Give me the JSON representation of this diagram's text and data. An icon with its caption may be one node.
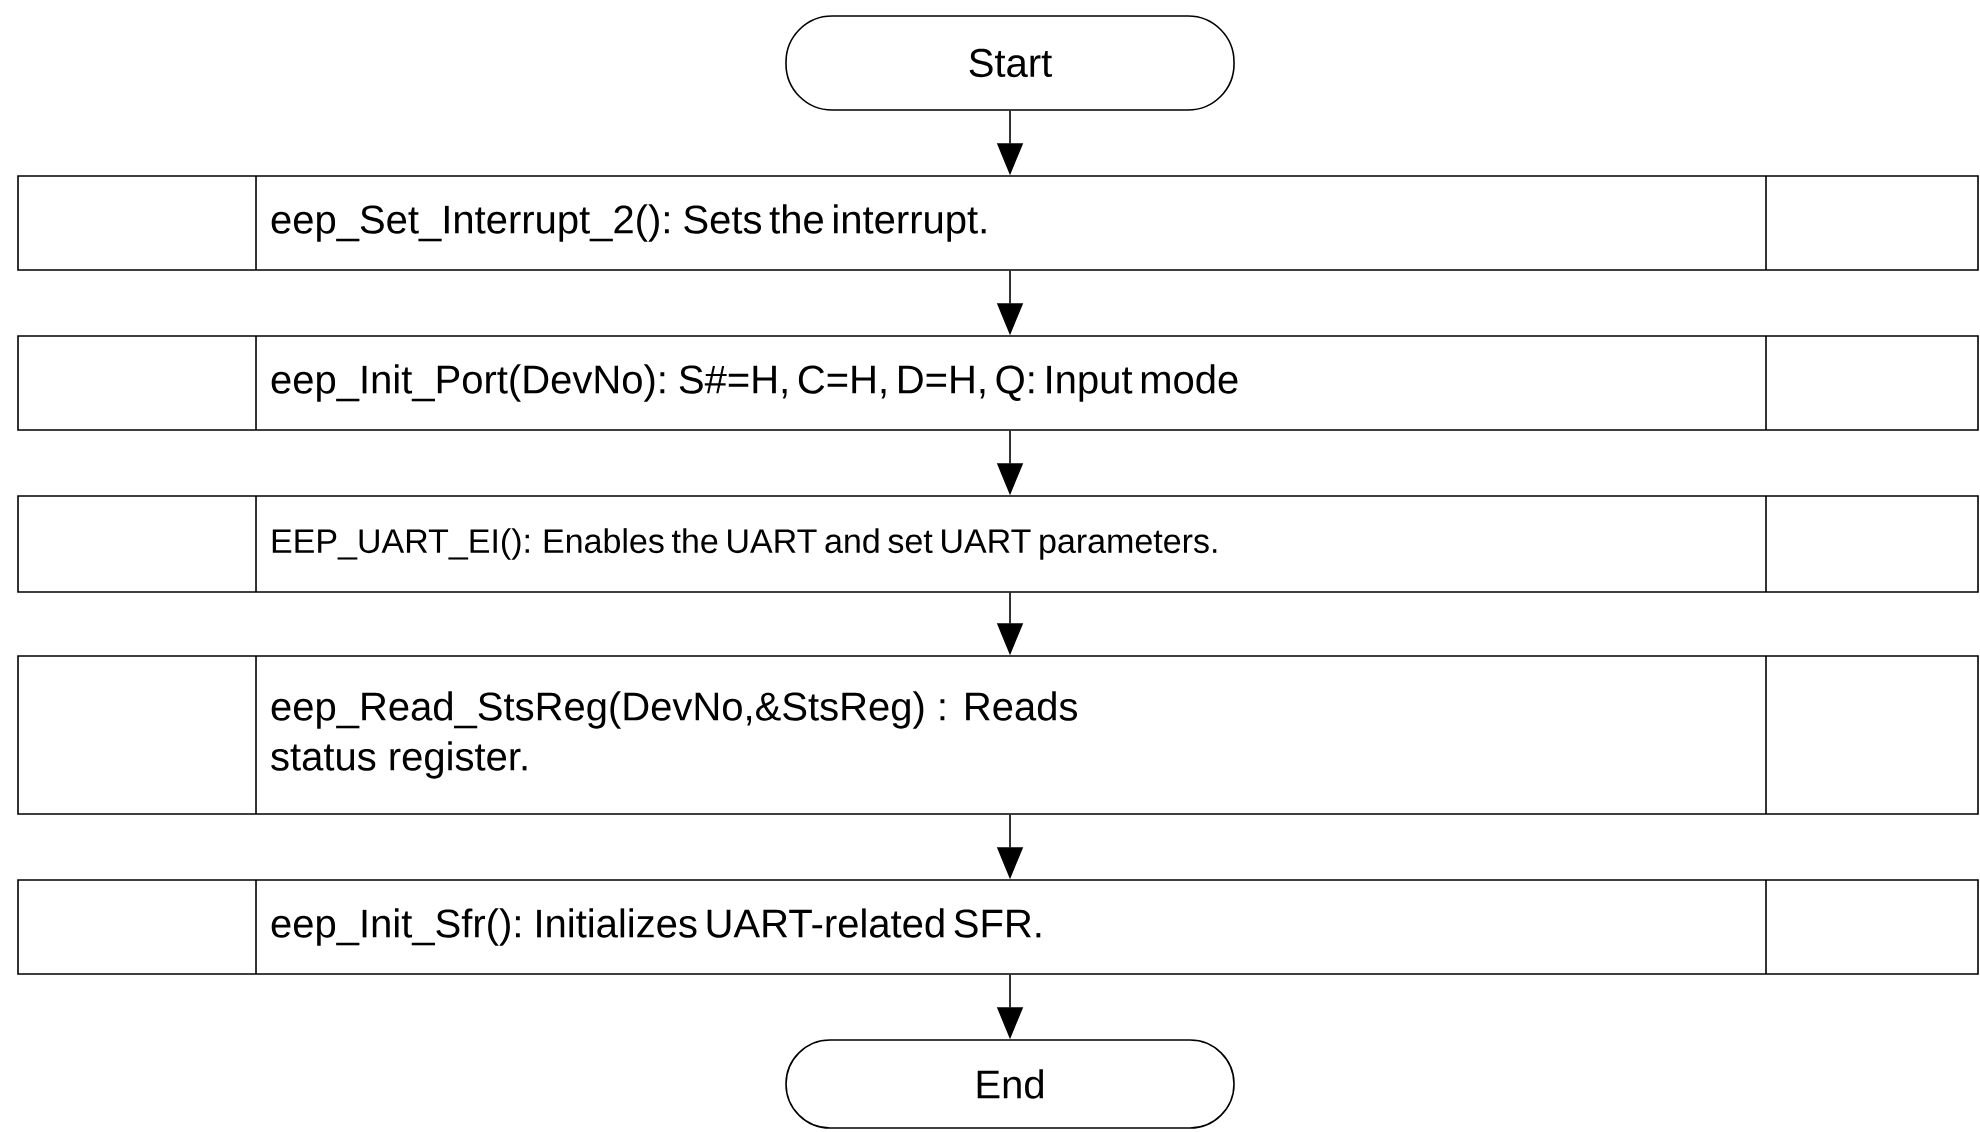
{
  "diagram": {
    "nodes": [
      {
        "text": [
          "Start"
        ]
      },
      {
        "text": [
          "eep_Set_Interrupt_2(): Sets the interrupt."
        ]
      },
      {
        "text": [
          "eep_Init_Port(DevNo): S#=H, C=H, D=H, Q: Input mode"
        ]
      },
      {
        "text": [
          "EEP_UART_EI(): Enables the UART and set UART parameters."
        ]
      },
      {
        "text": [
          "eep_Read_StsReg(DevNo,&StsReg) : Reads status register."
        ]
      },
      {
        "text": [
          "eep_Init_Sfr(): Initializes UART-related SFR."
        ]
      },
      {
        "text": [
          "End"
        ]
      }
    ],
    "edges": [
      {
        "from": 0,
        "to": 1,
        "arrow": "to"
      },
      {
        "from": 1,
        "to": 2,
        "arrow": "to"
      },
      {
        "from": 2,
        "to": 3,
        "arrow": "to"
      },
      {
        "from": 3,
        "to": 4,
        "arrow": "to"
      },
      {
        "from": 4,
        "to": 5,
        "arrow": "to"
      },
      {
        "from": 5,
        "to": 6,
        "arrow": "to"
      }
    ]
  }
}
